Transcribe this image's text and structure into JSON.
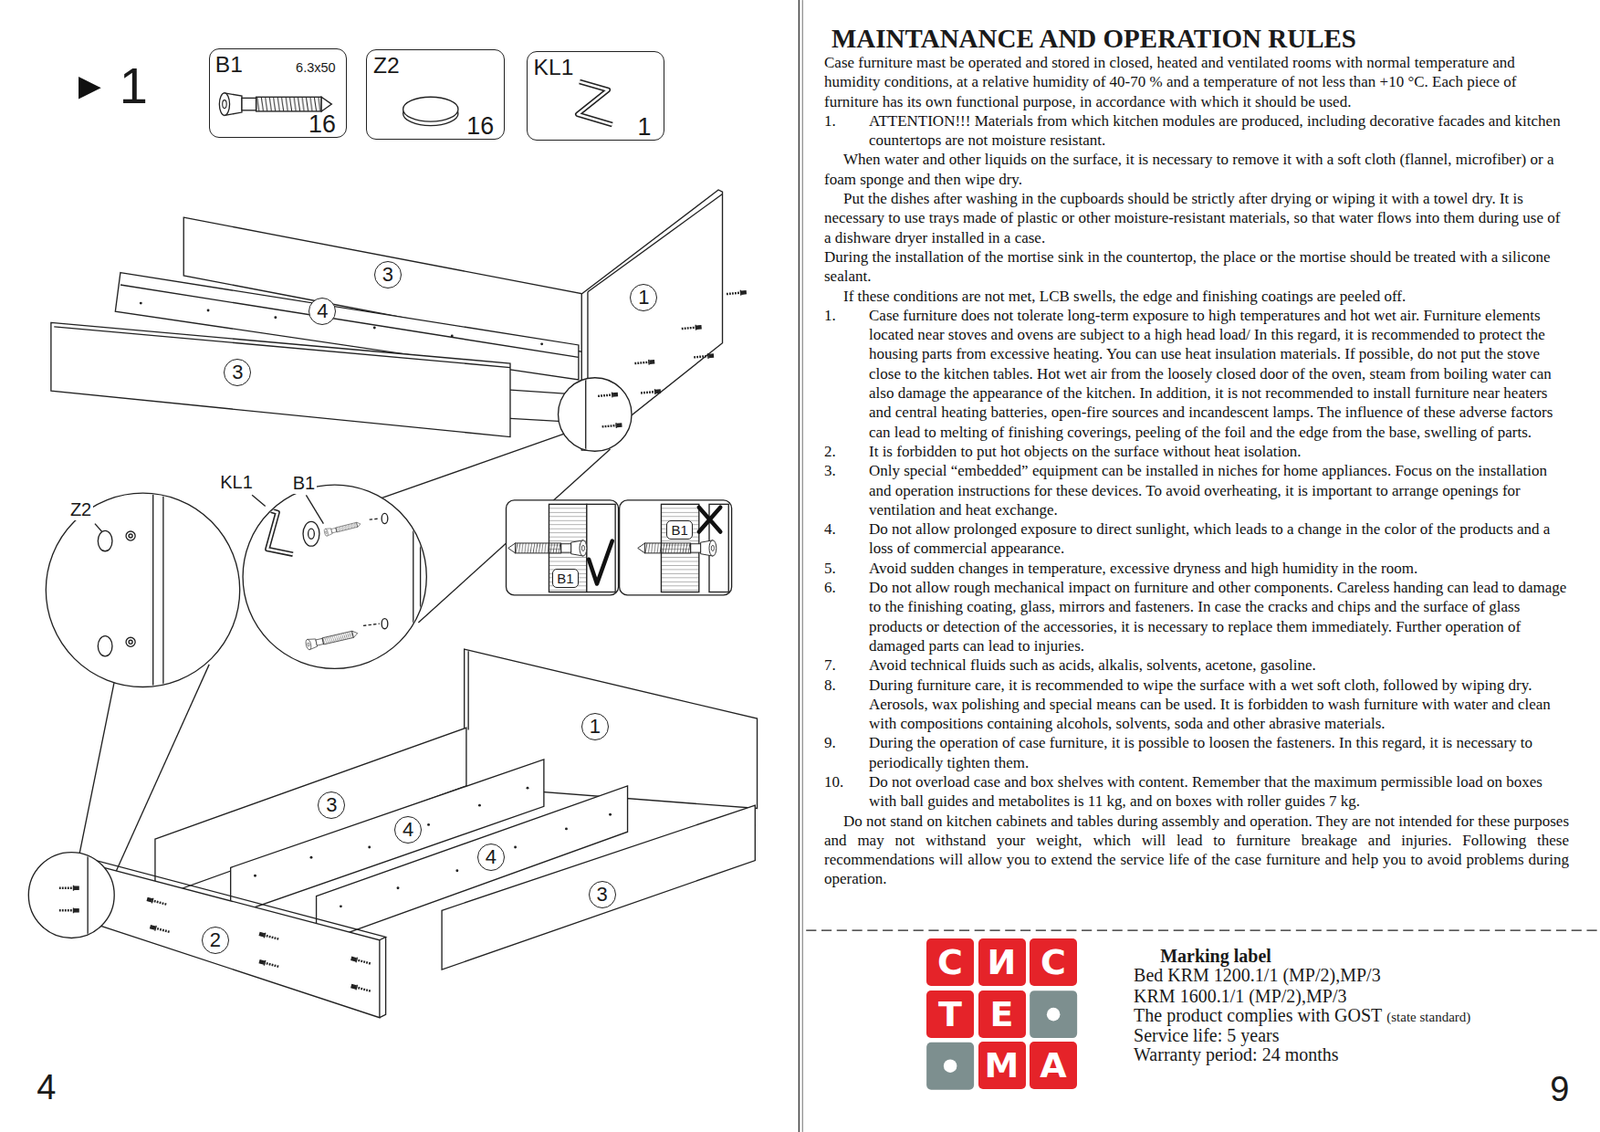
{
  "diagram": {
    "title": "MAINTANANCE AND OPERATION RULES",
    "nodes": [
      {
        "text": [
          "B1",
          "6.3x50",
          "16"
        ]
      },
      {
        "text": [
          "Z2",
          "16"
        ]
      },
      {
        "text": [
          "KL1",
          "1"
        ]
      },
      {
        "text": [
          "3"
        ]
      },
      {
        "text": [
          "1"
        ]
      },
      {
        "text": [
          "4"
        ]
      },
      {
        "text": [
          "3"
        ]
      },
      {
        "text": [
          "B1"
        ]
      },
      {
        "text": [
          "B1"
        ]
      },
      {
        "text": [
          "1"
        ]
      },
      {
        "text": [
          "3"
        ]
      },
      {
        "text": [
          "4"
        ]
      },
      {
        "text": [
          "4"
        ]
      },
      {
        "text": [
          "3"
        ]
      },
      {
        "text": [
          "2"
        ]
      },
      {
        "text": [
          "С"
        ]
      },
      {
        "text": [
          "И"
        ]
      },
      {
        "text": [
          "С"
        ]
      },
      {
        "text": [
          "Т"
        ]
      },
      {
        "text": [
          "Е"
        ]
      },
      {
        "text": [
          "М"
        ]
      },
      {
        "text": [
          "А"
        ]
      }
    ],
    "labels": [
      "1",
      "KL1",
      "B1",
      "Z2",
      "4",
      "Case furniture mast be operated and stored in closed, heated and ventilated rooms with normal temperature and humidity conditions, at a relative humidity of 40-70 % and a temperature of not less than +10 °C. Each piece of furniture has its own functional purpose, in accordance with which it should be used.",
      "1.",
      "ATTENTION!!! Materials from which kitchen modules are produced, including decorative facades and kitchen countertops are not moisture resistant.",
      "When water and other liquids on the surface, it is necessary to remove it with a soft cloth (flannel, microfiber) or a foam sponge and then wipe dry.",
      "Put the dishes after washing in the cupboards should be strictly after drying or wiping it with a towel dry. It is necessary to use trays made of plastic or other moisture-resistant materials, so that water flows into them during use of a dishware dryer installed in a case.",
      "During the installation of the mortise sink in the countertop, the place or the mortise should be treated with a silicone sealant.",
      "If these conditions are not met, LCB swells, the edge and finishing coatings are peeled off.",
      "1.",
      "Case furniture does not tolerate long-term exposure to high temperatures and hot wet air. Furniture elements located near stoves and ovens are subject to a high head load/ In this regard, it is recommended to protect the housing parts from excessive heating. You can use heat insulation materials. If possible, do not put the stove close to the kitchen tables. Hot wet air from the loosely closed door of the oven, steam from boiling water can also damage the appearance of the kitchen. In addition, it is not recommended to install furniture near heaters and central heating batteries, open-fire sources and incandescent lamps. The influence of these adverse factors can lead to melting of finishing coverings, peeling of the foil and the edge from the base, swelling of parts.",
      "2.",
      "It is forbidden to put hot objects on the surface without heat isolation.",
      "3.",
      "Only special “embedded” equipment can be installed in niches for home appliances. Focus on the installation and operation instructions for these devices. To avoid overheating, it is important to arrange openings for ventilation and heat exchange.",
      "4.",
      "Do not allow prolonged exposure to direct sunlight, which leads to a change in the color of the products and a loss of commercial appearance.",
      "5.",
      "Avoid sudden changes in temperature, excessive dryness and high humidity in the room.",
      "6.",
      "Do not allow rough mechanical impact on furniture and other components. Careless handing can lead to damage to the finishing coating, glass, mirrors and fasteners. In case the cracks and chips and the surface of glass products or detection of the accessories, it is necessary to replace them immediately. Further operation of damaged parts can lead to injuries.",
      "7.",
      "Avoid technical fluids such as acids, alkalis, solvents, acetone, gasoline.",
      "8.",
      "During furniture care, it is recommended to wipe the surface with a wet soft cloth, followed by wiping dry. Aerosols, wax polishing and special means can be used. It is forbidden to wash furniture with water and clean with compositions containing alcohols, solvents, soda and other abrasive materials.",
      "9.",
      "During the operation of case furniture, it is possible to loosen the fasteners. In this regard, it is necessary to periodically tighten them.",
      "10.",
      "Do not overload case and box shelves with content. Remember that the maximum permissible load on boxes with ball guides and metabolites is 11 kg, and on boxes with roller guides 7 kg.",
      "Do not stand on kitchen cabinets and tables during assembly and operation. They are not intended for these purposes and may not withstand your weight, which will lead to furniture breakage and injuries. Following these recommendations will allow you to extend the service life of the case furniture and help you to avoid problems during operation.",
      "Marking label",
      "Bed KRM 1200.1/1 (MP/2),MP/3",
      "KRM 1600.1/1 (MP/2),MP/3",
      "The product complies with GOST",
      "(state standard)",
      "Service life: 5 years",
      "Warranty period: 24 months",
      "9"
    ]
  }
}
